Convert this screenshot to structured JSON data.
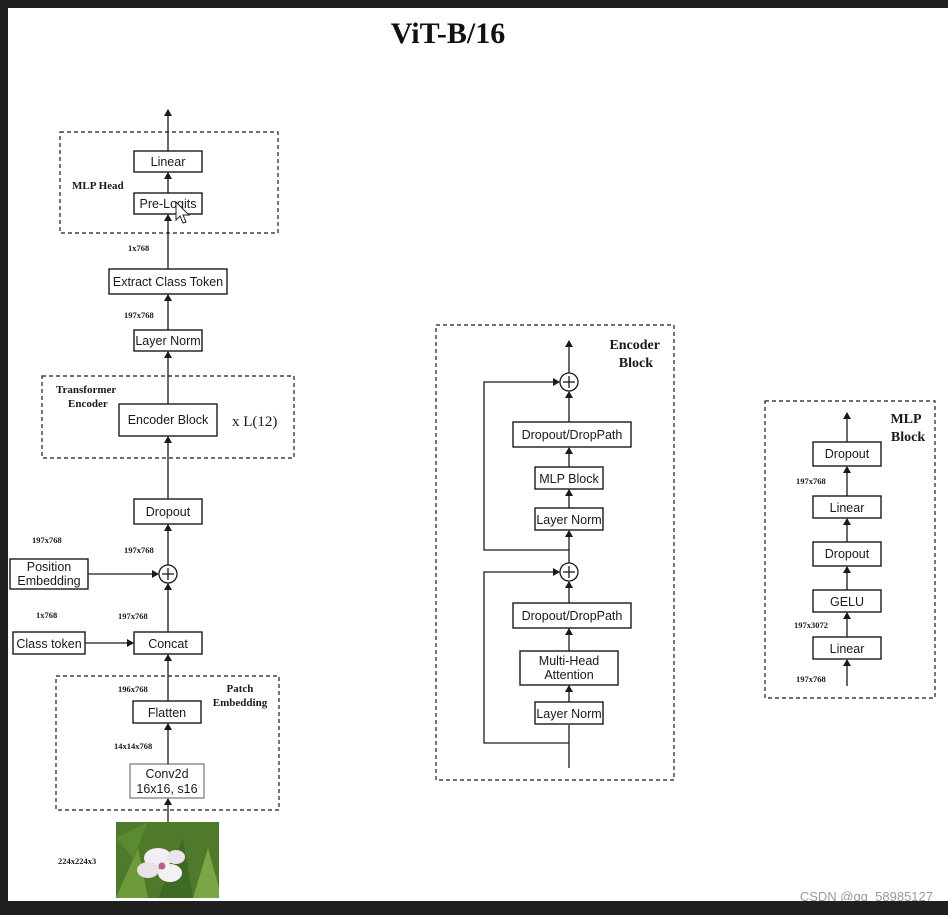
{
  "title": "ViT-B/16",
  "main_column": {
    "mlp_head_group": "MLP Head",
    "linear": "Linear",
    "pre_logits": "Pre-Logits",
    "dim_1x768": "1x768",
    "extract_class_token": "Extract Class Token",
    "dim_197x768_a": "197x768",
    "layer_norm": "Layer Norm",
    "transformer_encoder_group": [
      "Transformer",
      "Encoder"
    ],
    "encoder_block": "Encoder Block",
    "repeat": "x L(12)",
    "dropout": "Dropout",
    "dim_197x768_b": "197x768",
    "dim_197x768_pos": "197x768",
    "position_embedding": [
      "Position",
      "Embedding"
    ],
    "dim_1x768_cls": "1x768",
    "dim_197x768_c": "197x768",
    "class_token": "Class token",
    "concat": "Concat",
    "patch_embedding_group": [
      "Patch",
      "Embedding"
    ],
    "dim_196x768": "196x768",
    "flatten": "Flatten",
    "dim_14x14x768": "14x14x768",
    "conv2d": [
      "Conv2d",
      "16x16, s16"
    ],
    "dim_224x224x3": "224x224x3"
  },
  "encoder_block_detail": {
    "group": [
      "Encoder",
      "Block"
    ],
    "dropout_droppath_top": "Dropout/DropPath",
    "mlp_block": "MLP Block",
    "layer_norm_top": "Layer Norm",
    "dropout_droppath_bottom": "Dropout/DropPath",
    "multi_head_attention": [
      "Multi-Head",
      "Attention"
    ],
    "layer_norm_bottom": "Layer Norm"
  },
  "mlp_block_detail": {
    "group": [
      "MLP",
      "Block"
    ],
    "dropout_top": "Dropout",
    "dim_197x768_out": "197x768",
    "linear_top": "Linear",
    "dropout_mid": "Dropout",
    "gelu": "GELU",
    "dim_197x3072": "197x3072",
    "linear_bottom": "Linear",
    "dim_197x768_in": "197x768"
  },
  "watermark": "CSDN @qq_58985127",
  "icons": {
    "add": "add-circle-icon",
    "cursor": "mouse-cursor-icon",
    "input_image": "flower-photo"
  }
}
